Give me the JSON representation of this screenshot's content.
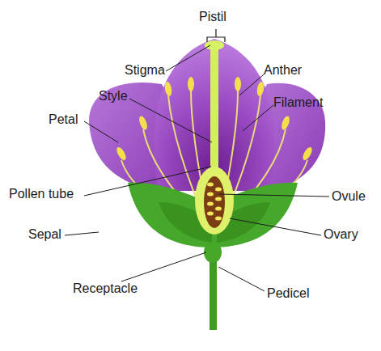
{
  "diagram": {
    "labels": [
      "Pistil",
      "Stigma",
      "Anther",
      "Style",
      "Filament",
      "Petal",
      "Pollen tube",
      "Ovule",
      "Sepal",
      "Ovary",
      "Receptacle",
      "Pedicel"
    ]
  }
}
